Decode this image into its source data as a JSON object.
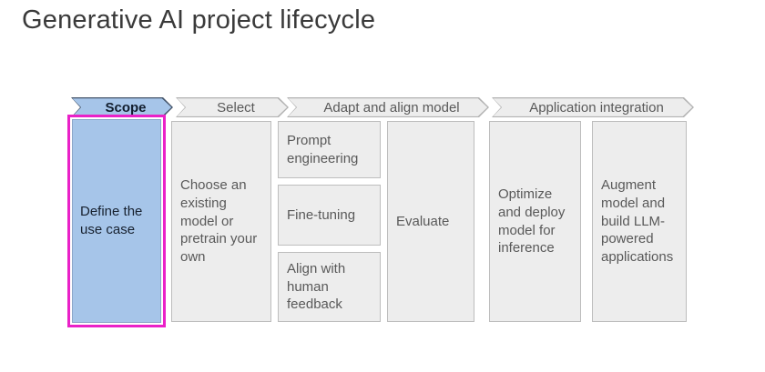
{
  "title": "Generative AI project lifecycle",
  "colors": {
    "highlight_fill": "#a6c5e9",
    "highlight_border": "#44546a",
    "box_fill": "#ededed",
    "box_border": "#bdbdbd",
    "gray_text": "#595959",
    "dark_text": "#17212f",
    "selection_outline": "#ea21c8"
  },
  "stages": [
    {
      "label": "Scope",
      "highlighted": true
    },
    {
      "label": "Select",
      "highlighted": false
    },
    {
      "label": "Adapt and align model",
      "highlighted": false
    },
    {
      "label": "Application integration",
      "highlighted": false
    }
  ],
  "boxes": {
    "define_use_case": "Define the use case",
    "choose_model": "Choose an existing model or pretrain your own",
    "prompt_engineering": "Prompt engineering",
    "fine_tuning": "Fine-tuning",
    "align_feedback": "Align with human feedback",
    "evaluate": "Evaluate",
    "optimize_deploy": "Optimize and deploy model for inference",
    "augment_build": "Augment model and build LLM-powered applications"
  }
}
